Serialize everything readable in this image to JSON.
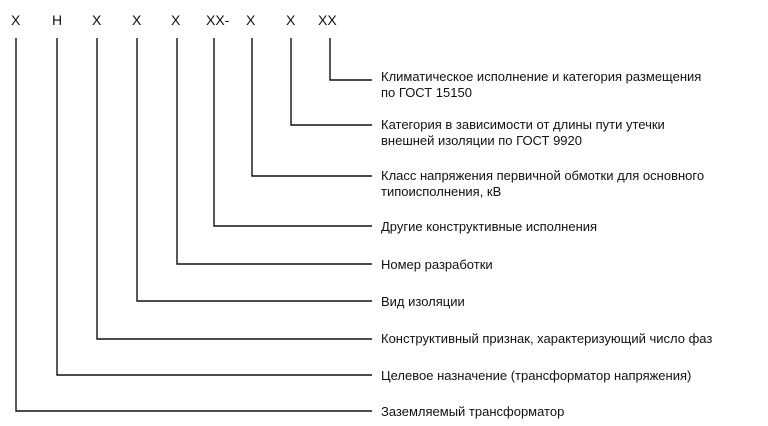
{
  "code_letters": [
    "Х",
    "Н",
    "Х",
    "Х",
    "Х",
    "ХХ-",
    "Х",
    "Х",
    "ХХ"
  ],
  "descriptions": [
    {
      "lines": [
        "Климатическое исполнение и категория размещения",
        "по ГОСТ 15150"
      ]
    },
    {
      "lines": [
        "Категория в зависимости от длины пути утечки",
        "внешней изоляции по ГОСТ 9920"
      ]
    },
    {
      "lines": [
        "Класс напряжения первичной обмотки для основного",
        "типоисполнения, кВ"
      ]
    },
    {
      "lines": [
        "Другие конструктивные исполнения"
      ]
    },
    {
      "lines": [
        "Номер разработки"
      ]
    },
    {
      "lines": [
        "Вид изоляции"
      ]
    },
    {
      "lines": [
        "Конструктивный признак, характеризующий число фаз"
      ]
    },
    {
      "lines": [
        "Целевое назначение (трансформатор напряжения)"
      ]
    },
    {
      "lines": [
        "Заземляемый трансформатор"
      ]
    }
  ]
}
